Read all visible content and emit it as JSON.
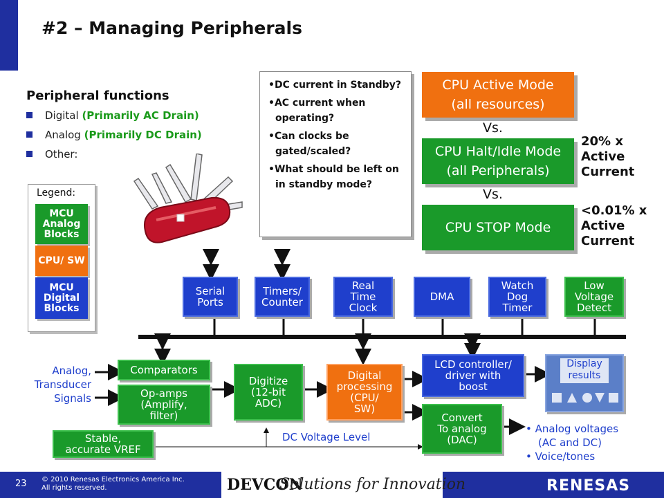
{
  "title": "#2 – Managing Peripherals",
  "peripheral_functions": {
    "heading": "Peripheral functions",
    "items": [
      {
        "label": "Digital",
        "note": "(Primarily AC Drain)"
      },
      {
        "label": "Analog",
        "note": "(Primarily DC Drain)"
      },
      {
        "label": "Other:",
        "note": ""
      }
    ]
  },
  "legend": {
    "title": "Legend:",
    "analog": "MCU Analog Blocks",
    "cpu": "CPU/ SW",
    "digital": "MCU Digital Blocks"
  },
  "questions": [
    "DC current in Standby?",
    "AC current when operating?",
    "Can clocks be gated/scaled?",
    "What should be left on in standby mode?"
  ],
  "modes": {
    "active_line1": "CPU Active Mode",
    "active_line2": "(all resources)",
    "vs1": "Vs.",
    "halt_line1": "CPU Halt/Idle Mode",
    "halt_line2": "(all Peripherals)",
    "vs2": "Vs.",
    "stop": "CPU STOP Mode",
    "halt_current_l1": "20% x",
    "halt_current_l2": "Active",
    "halt_current_l3": "Current",
    "stop_current_l1": "<0.01% x",
    "stop_current_l2": "Active",
    "stop_current_l3": "Current"
  },
  "bus_blocks": {
    "serial_l1": "Serial",
    "serial_l2": "Ports",
    "timers_l1": "Timers/",
    "timers_l2": "Counter",
    "rtc_l1": "Real",
    "rtc_l2": "Time",
    "rtc_l3": "Clock",
    "dma": "DMA",
    "wdt_l1": "Watch",
    "wdt_l2": "Dog",
    "wdt_l3": "Timer",
    "lvd_l1": "Low",
    "lvd_l2": "Voltage",
    "lvd_l3": "Detect"
  },
  "signal_chain": {
    "input_l1": "Analog,",
    "input_l2": "Transducer",
    "input_l3": "Signals",
    "comparators": "Comparators",
    "opamps_l1": "Op-amps",
    "opamps_l2": "(Amplify,",
    "opamps_l3": "filter)",
    "vref_l1": "Stable,",
    "vref_l2": "accurate VREF",
    "adc_l1": "Digitize",
    "adc_l2": "(12-bit",
    "adc_l3": "ADC)",
    "dsp_l1": "Digital",
    "dsp_l2": "processing",
    "dsp_l3": "(CPU/",
    "dsp_l4": "SW)",
    "lcd_l1": "LCD controller/",
    "lcd_l2": "driver with",
    "lcd_l3": "boost",
    "dac_l1": "Convert",
    "dac_l2": "To analog",
    "dac_l3": "(DAC)",
    "display_l1": "Display",
    "display_l2": "results",
    "dc_level": "DC Voltage Level",
    "out1_l1": "Analog voltages",
    "out1_l2": "(AC and DC)",
    "out2": "Voice/tones"
  },
  "footer": {
    "page": "23",
    "copyright_l1": "© 2010 Renesas Electronics America Inc.",
    "copyright_l2": "All rights reserved.",
    "devcon": "DEVCON",
    "tagline": "Solutions for Innovation",
    "brand": "RENESAS"
  },
  "colors": {
    "blue": "#1f3fcc",
    "green": "#1a9a2a",
    "orange": "#f07010",
    "navy": "#1f2f9f"
  },
  "icons": [
    "swiss-army-knife-icon",
    "bullet-square-icon"
  ]
}
